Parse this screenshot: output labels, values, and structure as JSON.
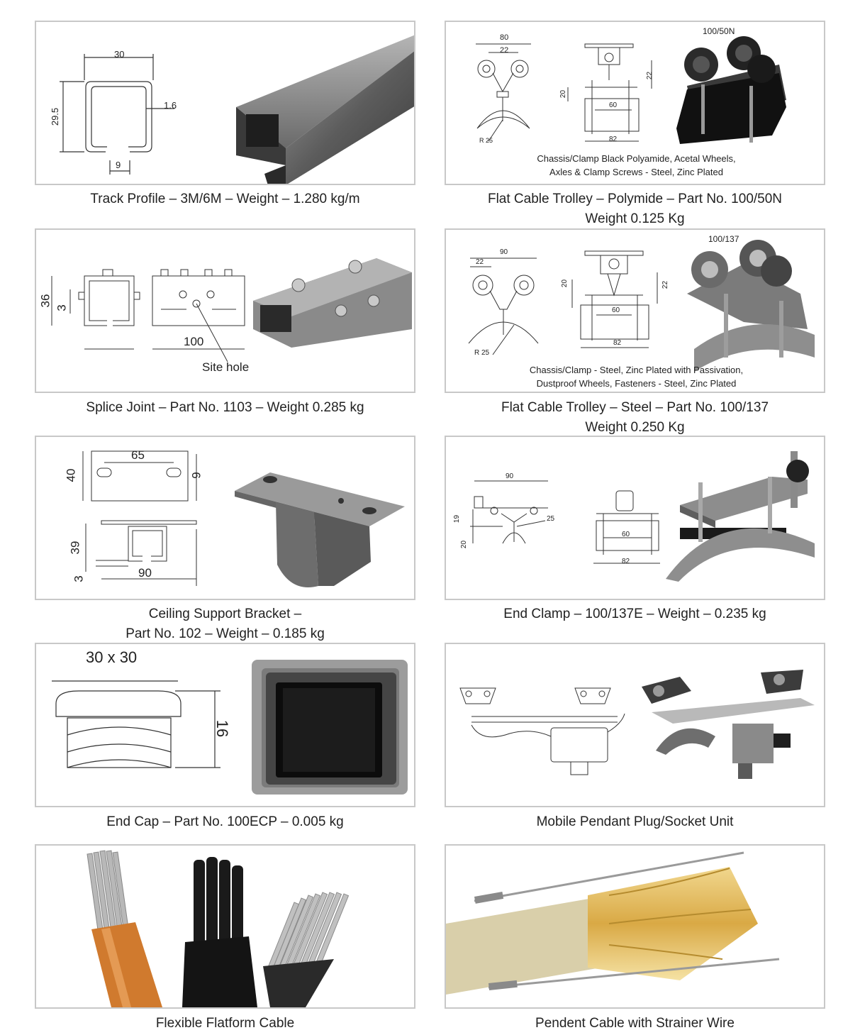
{
  "items": [
    {
      "caption": [
        "Track Profile – 3M/6M – Weight – 1.280 kg/m"
      ],
      "dims": [
        "30",
        "29.5",
        "1.6",
        "9"
      ]
    },
    {
      "caption": [
        "Flat Cable Trolley – Polymide – Part No. 100/50N",
        "Weight 0.125 Kg"
      ],
      "part_label": "100/50N",
      "note": [
        "Chassis/Clamp Black Polyamide, Acetal Wheels,",
        "Axles & Clamp Screws - Steel, Zinc Plated"
      ],
      "dims": [
        "80",
        "22",
        "60",
        "82",
        "20",
        "22",
        "R 25"
      ]
    },
    {
      "caption": [
        "Splice Joint – Part No. 1103 – Weight 0.285 kg"
      ],
      "dims": [
        "36",
        "3",
        "100"
      ],
      "annotation": "Site hole"
    },
    {
      "caption": [
        "Flat Cable Trolley – Steel – Part No. 100/137",
        "Weight 0.250 Kg"
      ],
      "part_label": "100/137",
      "note": [
        "Chassis/Clamp - Steel, Zinc Plated with Passivation,",
        "Dustproof Wheels, Fasteners - Steel, Zinc Plated"
      ],
      "dims": [
        "90",
        "22",
        "20",
        "22",
        "60",
        "82",
        "R 25"
      ]
    },
    {
      "caption": [
        "Ceiling Support Bracket –",
        "Part No. 102 – Weight – 0.185 kg"
      ],
      "dims": [
        "65",
        "40",
        "9",
        "39",
        "3",
        "90"
      ]
    },
    {
      "caption": [
        "End Clamp – 100/137E – Weight – 0.235 kg"
      ],
      "dims": [
        "90",
        "19",
        "20",
        "25",
        "60",
        "82"
      ]
    },
    {
      "caption": [
        "End Cap – Part No. 100ECP – 0.005 kg"
      ],
      "dims": [
        "30 x 30",
        "16"
      ]
    },
    {
      "caption": [
        "Mobile Pendant Plug/Socket Unit"
      ]
    },
    {
      "caption": [
        "Flexible Flatform Cable"
      ]
    },
    {
      "caption": [
        "Pendent Cable with Strainer Wire"
      ]
    }
  ],
  "colors": {
    "border": "#c8c8c8",
    "steel": "#7a7a7a",
    "dark": "#2a2a2a",
    "orange": "#d07a2e",
    "yellow": "#e8c46a"
  }
}
